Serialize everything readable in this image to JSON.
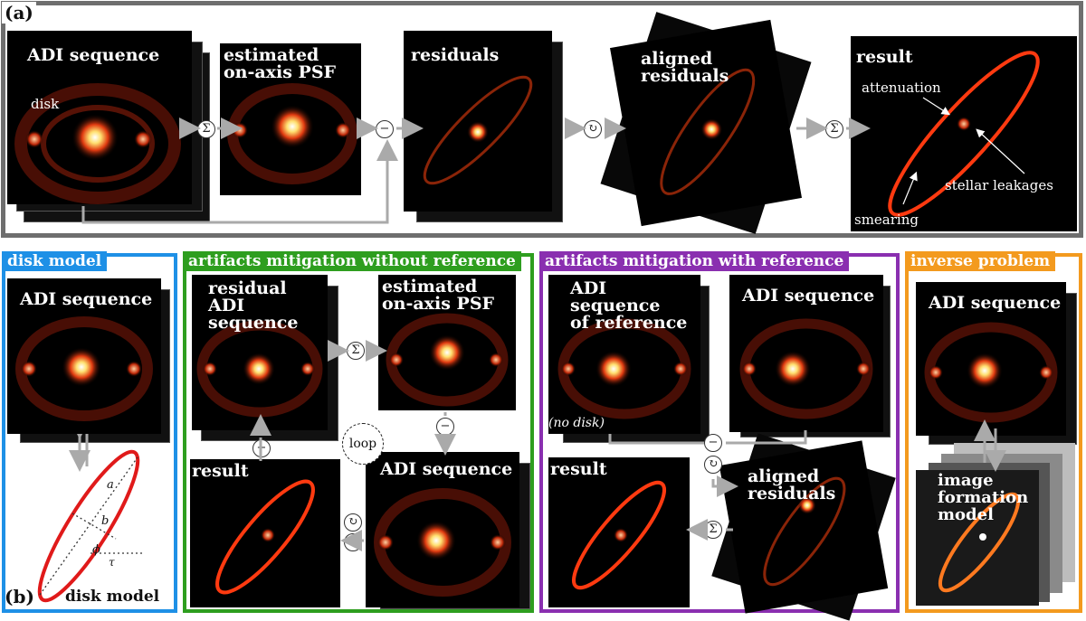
{
  "panel_a": {
    "tag": "(a)",
    "labels": {
      "adi_sequence": "ADI sequence",
      "estimated_psf": "estimated\non-axis PSF",
      "residuals": "residuals",
      "aligned_residuals": "aligned\nresiduals",
      "result": "result"
    },
    "annotations": {
      "disk": "disk",
      "attenuation": "attenuation",
      "stellar_leakages": "stellar leakages",
      "smearing": "smearing"
    },
    "operators": {
      "sum": "Σ",
      "minus": "−",
      "rotate": "↻"
    }
  },
  "panel_b": {
    "tag": "(b)",
    "disk_model": {
      "title": "disk model",
      "image_label": "ADI sequence",
      "bottom_label": "disk model",
      "params": {
        "a": "a",
        "b": "b",
        "phi": "ϕ",
        "tau": "τ"
      },
      "color": "#1e90e6"
    },
    "without_reference": {
      "title": "artifacts mitigation without reference",
      "labels": {
        "residual_adi": "residual\nADI sequence",
        "estimated_psf": "estimated\non-axis PSF",
        "adi_sequence": "ADI sequence",
        "result": "result",
        "loop": "loop"
      },
      "color": "#2e9e1f"
    },
    "with_reference": {
      "title": "artifacts mitigation with reference",
      "labels": {
        "adi_reference": "ADI sequence\nof reference",
        "adi_sequence": "ADI sequence",
        "no_disk": "(no disk)",
        "result": "result",
        "aligned_residuals": "aligned\nresiduals"
      },
      "color": "#8a2fb0"
    },
    "inverse_problem": {
      "title": "inverse problem",
      "labels": {
        "adi_sequence": "ADI sequence",
        "image_formation": "image\nformation\nmodel"
      },
      "color": "#f39a1e"
    }
  }
}
